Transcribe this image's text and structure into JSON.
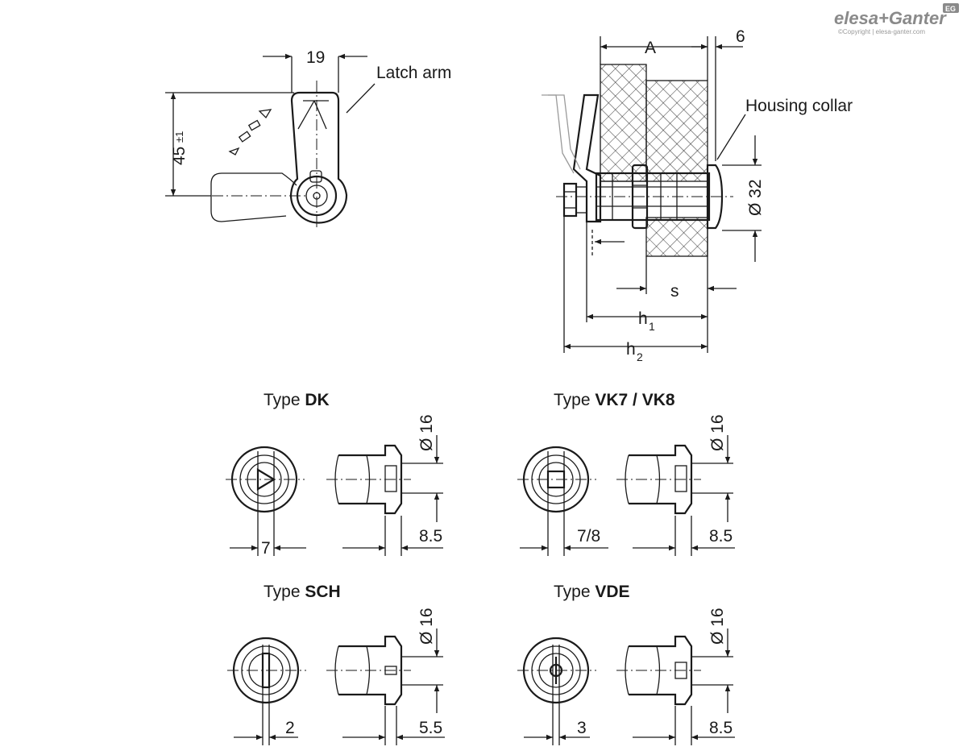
{
  "brand": {
    "logo_text": "elesa+Ganter",
    "badge": "EG",
    "copyright": "©Copyright | elesa-ganter.com",
    "accent_color": "#7a7a7a"
  },
  "main_view": {
    "width_dim": "19",
    "height_dim_value": "45",
    "height_dim_tol": "±1",
    "latch_arm_label": "Latch arm"
  },
  "section_view": {
    "dim_a": "A",
    "dim_6": "6",
    "housing_collar_label": "Housing collar",
    "diameter_32": "Ø 32",
    "dim_s": "s",
    "dim_h1": "h",
    "dim_h1_sub": "1",
    "dim_h2": "h",
    "dim_h2_sub": "2"
  },
  "types": [
    {
      "prefix": "Type ",
      "name": "DK",
      "width_dim": "7",
      "depth_dim": "8.5",
      "diameter": "Ø 16"
    },
    {
      "prefix": "Type ",
      "name": "VK7 / VK8",
      "width_dim": "7/8",
      "depth_dim": "8.5",
      "diameter": "Ø 16"
    },
    {
      "prefix": "Type ",
      "name": "SCH",
      "width_dim": "2",
      "depth_dim": "5.5",
      "diameter": "Ø 16"
    },
    {
      "prefix": "Type ",
      "name": "VDE",
      "width_dim": "3",
      "depth_dim": "8.5",
      "diameter": "Ø 16"
    }
  ]
}
